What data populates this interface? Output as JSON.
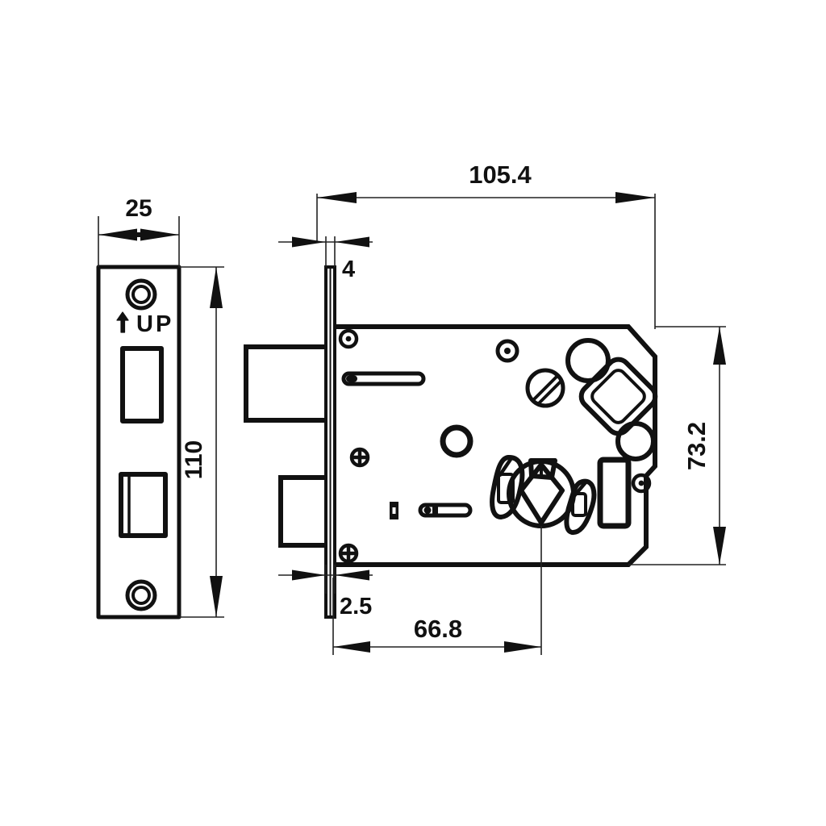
{
  "drawing": {
    "title": "Mortise lock case technical drawing",
    "view_left": {
      "name": "faceplate-front-view",
      "markings": {
        "up_label": "UP",
        "up_arrow": "arrow-up-glyph"
      }
    },
    "view_right": {
      "name": "lock-body-side-view"
    }
  },
  "dimensions": {
    "faceplate_width": "25",
    "faceplate_height": "110",
    "body_length": "105.4",
    "body_height": "73.2",
    "faceplate_thickness": "4",
    "backplate_thickness": "2.5",
    "backset": "66.8"
  },
  "colors": {
    "line": "#111111",
    "background": "#ffffff",
    "thin_line": "#222222"
  },
  "icons": {
    "up_arrow": "arrow-up-icon",
    "screw_hole": "screw-hole-icon",
    "cylinder_cam": "cylinder-cam-icon",
    "spindle": "square-spindle-icon"
  }
}
